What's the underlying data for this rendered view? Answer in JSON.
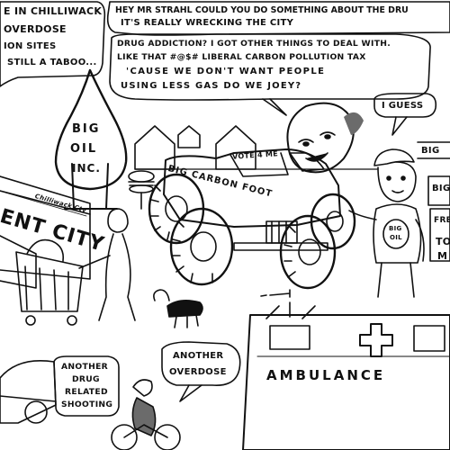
{
  "bubble_top_left": {
    "lines": [
      "E IN CHILLIWACK",
      "OVERDOSE",
      "ION SITES",
      "STILL A TABOO..."
    ]
  },
  "bubble_top_right": {
    "lines": [
      "HEY MR STRAHL COULD YOU DO SOMETHING ABOUT THE DRU",
      "IT'S REALLY WRECKING THE CITY"
    ]
  },
  "bubble_middle": {
    "lines": [
      "DRUG ADDICTION? I GOT OTHER THINGS TO DEAL WITH.",
      "LIKE THAT #@$# LIBERAL CARBON POLLUTION TAX",
      "'CAUSE WE DON'T WANT PEOPLE",
      "USING LESS GAS DO WE JOEY?"
    ]
  },
  "bubble_i_guess": {
    "text": "I GUESS"
  },
  "oil_drop_sign": {
    "lines": [
      "BIG",
      "OIL",
      "INC."
    ]
  },
  "truck": {
    "side_text": "BIG CARBON FOOT",
    "window_sign": "VOTE 4 ME"
  },
  "joey_shirt": {
    "lines": [
      "BIG",
      "OIL"
    ]
  },
  "storefront": {
    "sign": "ENT CITY",
    "awning": "Chilliwack Cty"
  },
  "right_signs": {
    "lines": [
      "BIG",
      "BIG",
      "FRE",
      "TO",
      "M"
    ]
  },
  "bubble_shooting": {
    "lines": [
      "ANOTHER",
      "DRUG",
      "RELATED",
      "SHOOTING"
    ]
  },
  "bubble_overdose": {
    "lines": [
      "ANOTHER",
      "OVERDOSE"
    ]
  },
  "ambulance": {
    "label": "AMBULANCE"
  },
  "colors": {
    "ink": "#111111",
    "paper": "#ffffff",
    "shade": "#6b6b6b"
  },
  "icons": [
    "oil-drop-icon",
    "hamburger-icon",
    "syringe-icon",
    "cross-icon"
  ]
}
